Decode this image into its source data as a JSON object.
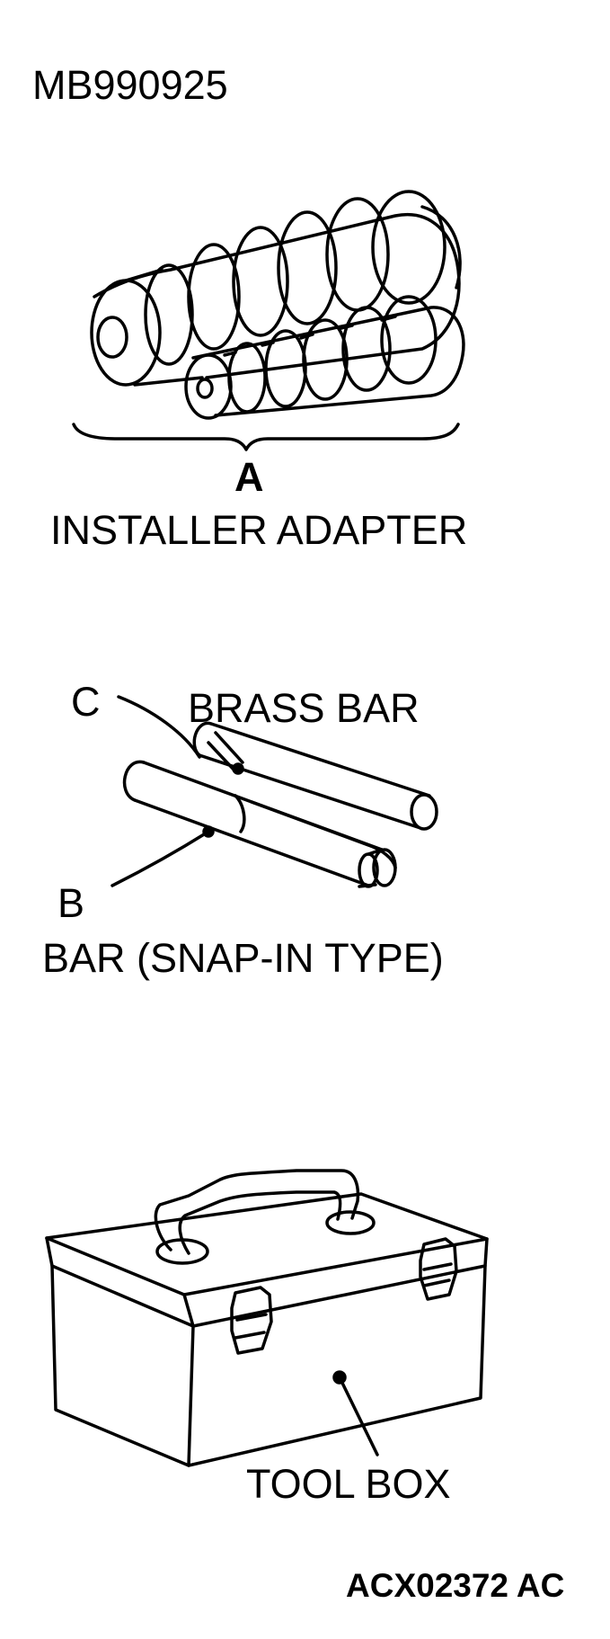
{
  "part_number": "MB990925",
  "items": [
    {
      "letter": "A",
      "caption": "INSTALLER ADAPTER"
    },
    {
      "letter": "C",
      "caption": "BRASS BAR"
    },
    {
      "letter": "B",
      "caption": "BAR (SNAP-IN TYPE)"
    },
    {
      "letter": "",
      "caption": "TOOL BOX"
    }
  ],
  "document_code": "ACX02372 AC"
}
